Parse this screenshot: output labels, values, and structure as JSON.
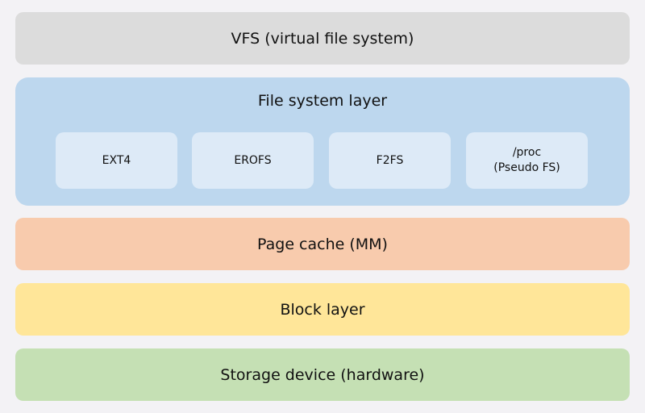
{
  "layers": {
    "vfs": "VFS (virtual file system)",
    "fs_layer": {
      "title": "File system layer",
      "items": [
        "EXT4",
        "EROFS",
        "F2FS",
        "/proc\n(Pseudo FS)"
      ]
    },
    "page_cache": "Page cache (MM)",
    "block": "Block layer",
    "storage": "Storage device (hardware)"
  },
  "colors": {
    "vfs": "#dcdcdc",
    "fs_layer": "#bdd7ee",
    "fs_item": "#ddeaf7",
    "page_cache": "#f8cbad",
    "block": "#ffe699",
    "storage": "#c5e0b4",
    "background": "#f3f2f5"
  }
}
